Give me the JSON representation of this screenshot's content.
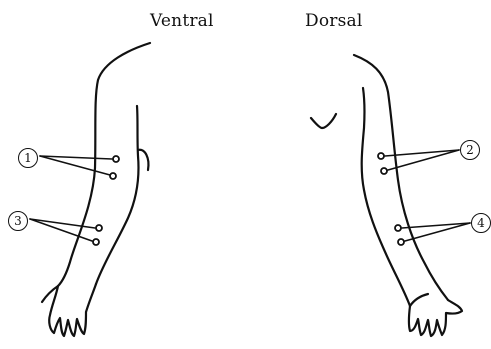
{
  "views": {
    "ventral": "Ventral",
    "dorsal": "Dorsal"
  },
  "markers": {
    "m1": "1",
    "m2": "2",
    "m3": "3",
    "m4": "4"
  },
  "colors": {
    "ink": "#111111",
    "background": "#ffffff"
  }
}
